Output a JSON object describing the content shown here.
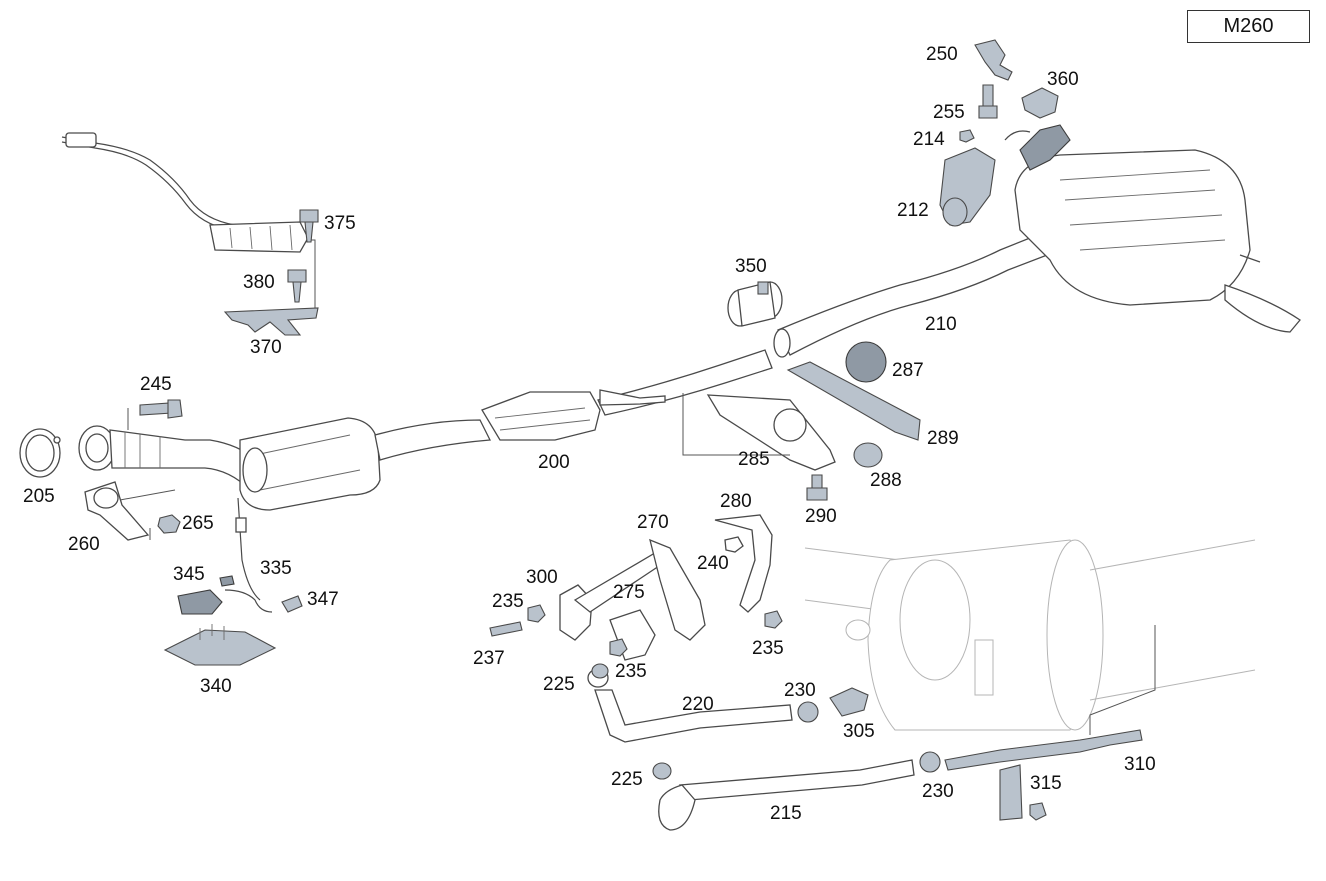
{
  "diagram": {
    "model_code": "M260",
    "labels": {
      "p200": "200",
      "p205": "205",
      "p210": "210",
      "p212": "212",
      "p214": "214",
      "p215": "215",
      "p220": "220",
      "p225a": "225",
      "p225b": "225",
      "p230a": "230",
      "p230b": "230",
      "p235a": "235",
      "p235b": "235",
      "p235c": "235",
      "p237": "237",
      "p240": "240",
      "p245": "245",
      "p250": "250",
      "p255": "255",
      "p260": "260",
      "p265": "265",
      "p270": "270",
      "p275": "275",
      "p280": "280",
      "p285": "285",
      "p287": "287",
      "p288": "288",
      "p289": "289",
      "p290": "290",
      "p300": "300",
      "p305": "305",
      "p310": "310",
      "p315": "315",
      "p335": "335",
      "p340": "340",
      "p345": "345",
      "p347": "347",
      "p350": "350",
      "p360": "360",
      "p370": "370",
      "p375": "375",
      "p380": "380"
    }
  }
}
